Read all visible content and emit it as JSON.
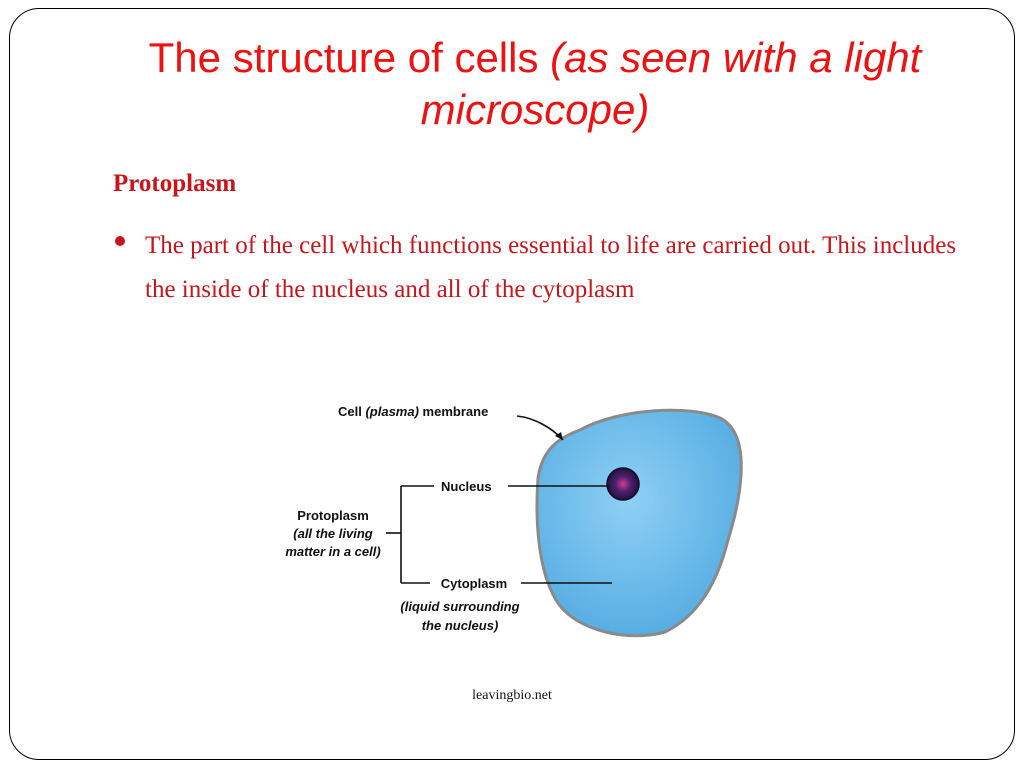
{
  "slide": {
    "title_plain": "The structure of cells",
    "title_italic": "(as seen with a light microscope)",
    "heading": "Protoplasm",
    "bullets": [
      "The part of the cell which functions essential to life are carried out.  This includes the inside of the nucleus and all of the cytoplasm"
    ],
    "source": "leavingbio.net"
  },
  "diagram": {
    "membrane_label": {
      "pre": "Cell ",
      "italic": "(plasma)",
      "post": " membrane"
    },
    "nucleus_label": "Nucleus",
    "protoplasm_label": "Protoplasm",
    "protoplasm_sub1": "(all the living",
    "protoplasm_sub2": "matter in a cell)",
    "cytoplasm_label": "Cytoplasm",
    "cytoplasm_sub1": "(liquid surrounding",
    "cytoplasm_sub2": "the nucleus)"
  },
  "colors": {
    "title": "#ee1111",
    "body_text": "#c8151b",
    "cell_fill": "#5fb3e6",
    "cell_outline": "#9a9a9a",
    "nucleus": "#3a1a5a"
  }
}
